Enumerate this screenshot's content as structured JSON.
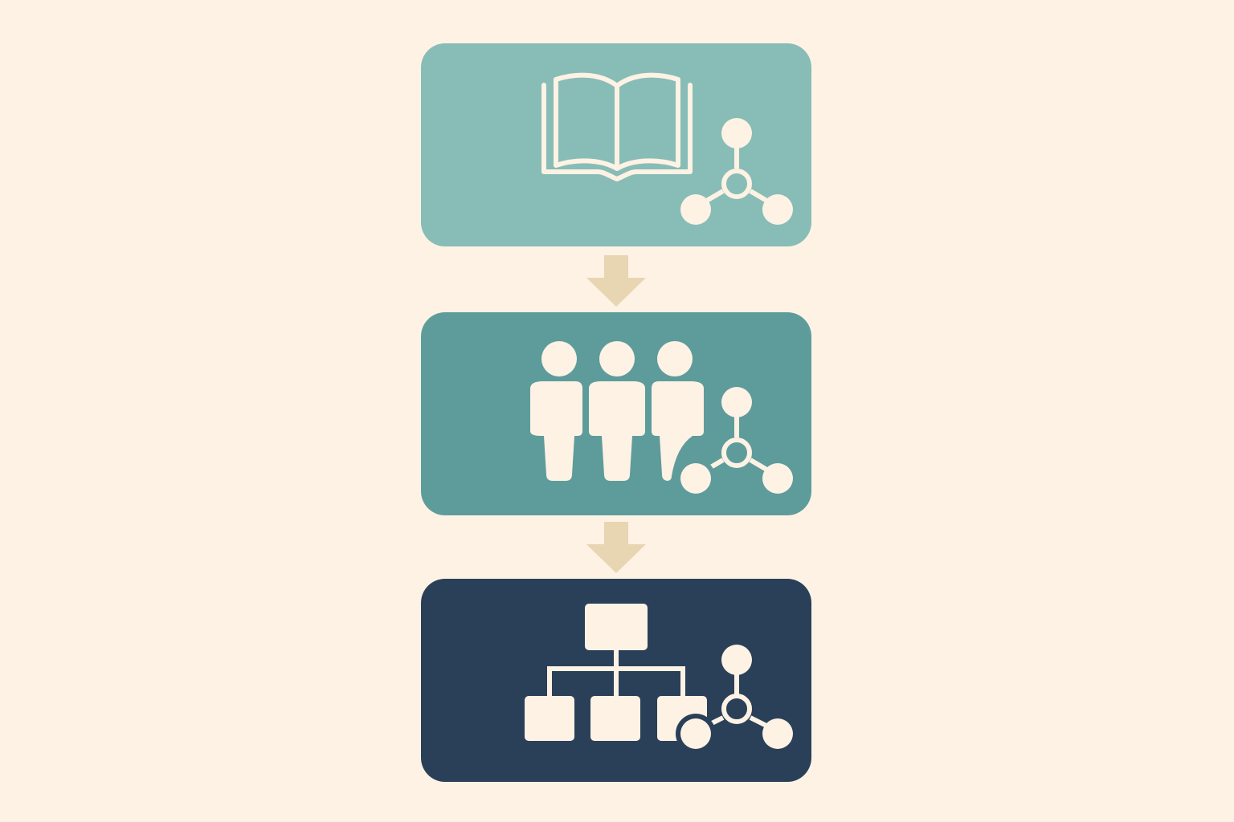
{
  "colors": {
    "background": "#FDF2E4",
    "glyph": "#FDF2E4",
    "arrow": "#E8D5B2"
  },
  "steps": [
    {
      "id": "knowledge",
      "icon": "open-book-icon",
      "badge": "network-node-icon",
      "color": "#87BDB6"
    },
    {
      "id": "people",
      "icon": "people-group-icon",
      "badge": "network-node-icon",
      "color": "#5E9C9C"
    },
    {
      "id": "organization",
      "icon": "org-chart-icon",
      "badge": "network-node-icon",
      "color": "#2A4059"
    }
  ],
  "connectors": [
    {
      "from": "knowledge",
      "to": "people",
      "icon": "down-arrow-icon"
    },
    {
      "from": "people",
      "to": "organization",
      "icon": "down-arrow-icon"
    }
  ]
}
